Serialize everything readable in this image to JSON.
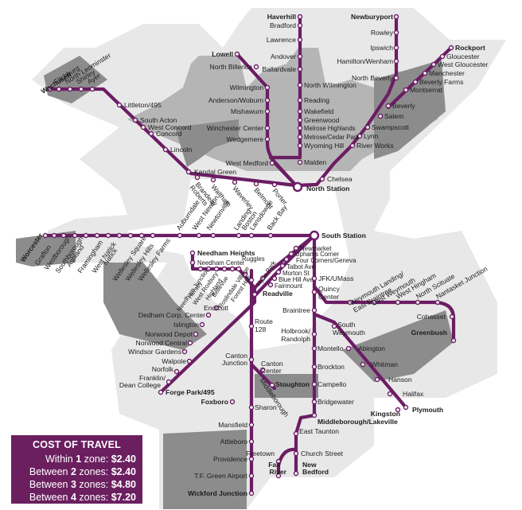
{
  "colors": {
    "line": "#6b1d64",
    "zone_dark": "#8c8c8c",
    "zone_mid": "#b5b5b5",
    "zone_light": "#e8e8e8",
    "box": "#6b1f5f"
  },
  "cost_box": {
    "title": "COST OF TRAVEL",
    "rows": [
      {
        "prefix": "Within ",
        "num": "1",
        "mid": " zone: ",
        "price": "$2.40"
      },
      {
        "prefix": "Between ",
        "num": "2",
        "mid": " zones: ",
        "price": "$2.40"
      },
      {
        "prefix": "Between ",
        "num": "3",
        "mid": " zones: ",
        "price": "$4.80"
      },
      {
        "prefix": "Between ",
        "num": "4",
        "mid": " zones: ",
        "price": "$7.20"
      }
    ]
  },
  "stations": {
    "haverhill": "Haverhill",
    "bradford": "Bradford",
    "lawrence": "Lawrence",
    "andover": "Andover",
    "ballardvale": "Ballardvale",
    "north_wilmington": "North Wilmington",
    "reading": "Reading",
    "wakefield": "Wakefield",
    "greenwood": "Greenwood",
    "melrose_highlands": "Melrose Highlands",
    "melrose_cedar_park": "Melrose/Cedar Park",
    "wyoming_hill": "Wyoming Hill",
    "malden": "Malden",
    "newburyport": "Newburyport",
    "rowley": "Rowley",
    "ipswich": "Ipswich",
    "hamilton_wenham": "Hamilton/Wenham",
    "north_beverly": "North Beverly",
    "beverly": "Beverly",
    "salem": "Salem",
    "swampscott": "Swampscott",
    "lynn": "Lynn",
    "river_works": "River Works",
    "chelsea": "Chelsea",
    "rockport": "Rockport",
    "gloucester": "Gloucester",
    "west_gloucester": "West Gloucester",
    "manchester": "Manchester",
    "beverly_farms": "Beverly Farms",
    "montserrat": "Montserrat",
    "lowell": "Lowell",
    "north_billerica": "North Billerica",
    "wilmington": "Wilmington",
    "anderson_woburn": "Anderson/Woburn",
    "mishawum": "Mishawum",
    "winchester_center": "Winchester Center",
    "wedgemere": "Wedgemere",
    "west_medford": "West Medford",
    "north_station": "North Station",
    "wachusett": "Wachusett",
    "fitchburg": "Fitchburg",
    "north_leominster": "North Leominster",
    "shirley": "Shirley",
    "ayer": "Ayer",
    "littleton": "Littleton/495",
    "south_acton": "South Acton",
    "west_concord": "West Concord",
    "concord": "Concord",
    "lincoln": "Lincoln",
    "kendal_green": "Kendal Green",
    "brandeis": "Brandeis/",
    "roberts": "Roberts",
    "waltham": "Waltham",
    "waverley": "Waverley",
    "belmont": "Belmont",
    "porter": "Porter",
    "auburndale": "Auburndale",
    "west_newton": "West Newton",
    "newtonville": "Newtonville",
    "landing": "Landing",
    "boston": "Boston",
    "lansdowne": "Lansdowne",
    "back_bay": "Back Bay",
    "south_station": "South Station",
    "worcester": "Worcester",
    "grafton": "Grafton",
    "westborough": "Westborough",
    "southborough": "Southborough",
    "ashland": "Ashland",
    "framingham": "Framingham",
    "west_natick": "West Natick",
    "natick": "Natick",
    "wellesley_square": "Wellesley Square",
    "wellesley_hills": "Wellesley Hills",
    "wellesley_farms": "Wellesley Farms",
    "needham_heights": "Needham Heights",
    "needham_center": "Needham Center",
    "ruggles": "Ruggles",
    "needham_junction": "Needham Junction",
    "hersey": "Hersey",
    "west_roxbury": "West Roxbury",
    "highland": "Highland",
    "bellevue": "Bellevue",
    "roslindale_village": "Roslindale Village",
    "forest_hills": "Forest Hills",
    "hyde_park": "Hyde Park",
    "newmarket": "Newmarket",
    "uphams_corner": "Uphams Corner",
    "four_corners": "Four Corners/Geneva",
    "talbot_ave": "Talbot Ave",
    "morton_st": "Morton St",
    "blue_hill_ave": "Blue Hill Ave",
    "fairmount": "Fairmount",
    "readville": "Readville",
    "jfk_umass": "JFK/UMass",
    "quincy_center": "Quincy",
    "quincy_center2": "Center",
    "weymouth_landing": "Weymouth Landing/",
    "east_braintree": "East Braintree",
    "east_weymouth": "East Weymouth",
    "west_hingham": "West Hingham",
    "north_scituate": "North Scituate",
    "nantasket_junction": "Nantasket Junction",
    "cohasset": "Cohasset",
    "greenbush": "Greenbush",
    "braintree": "Braintree",
    "south_weymouth": "South",
    "south_weymouth2": "Weymouth",
    "holbrook": "Holbrook/",
    "randolph": "Randolph",
    "abington": "Abington",
    "whitman": "Whitman",
    "hanson": "Hanson",
    "halifax": "Halifax",
    "kingston": "Kingston",
    "plymouth": "Plymouth",
    "montello": "Montello",
    "brockton": "Brockton",
    "campello": "Campello",
    "bridgewater": "Bridgewater",
    "middleborough_lakeville": "Middleborough/Lakeville",
    "east_taunton": "East Taunton",
    "freetown": "Freetown",
    "church_street": "Church Street",
    "fall": "Fall",
    "river": "River",
    "new": "New",
    "bedford": "Bedford",
    "endicott": "Endicott",
    "dedham_corp": "Dedham Corp. Center",
    "islington": "Islington",
    "norwood_depot": "Norwood Depot",
    "norwood_central": "Norwood Central",
    "windsor_gardens": "Windsor Gardens",
    "walpole": "Walpole",
    "norfolk": "Norfolk",
    "franklin": "Franklin/",
    "dean_college": "Dean College",
    "forge_park": "Forge Park/495",
    "route": "Route",
    "route128": "128",
    "canton": "Canton",
    "junction": "Junction",
    "canton_c": "Canton",
    "center": "Center",
    "stoughton": "Stoughton",
    "sharon": "Sharon",
    "middleborough_branch": "Middleborough",
    "foxboro": "Foxboro",
    "mansfield": "Mansfield",
    "attleboro": "Attleboro",
    "providence": "Providence",
    "tf_green": "T.F. Green Airport",
    "wickford_junction": "Wickford Junction"
  }
}
